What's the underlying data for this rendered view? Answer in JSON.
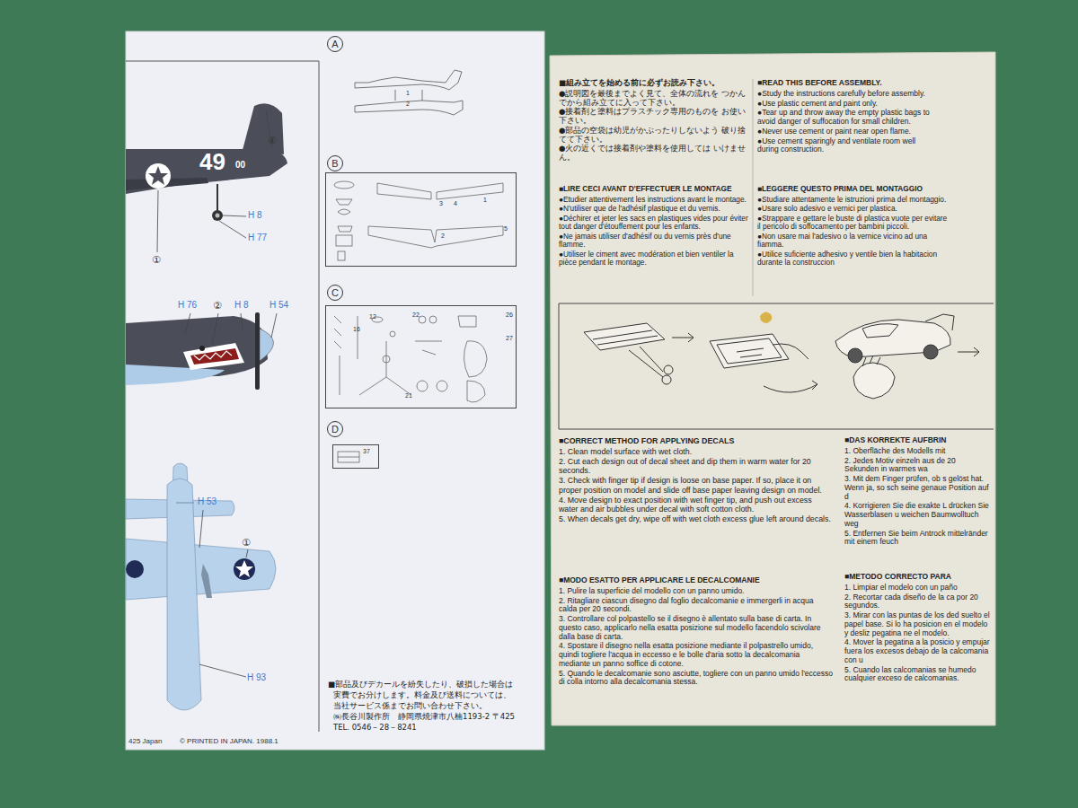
{
  "diagram": {
    "nodes": [
      {
        "text": [
          "A"
        ]
      },
      {
        "text": [
          "B"
        ]
      },
      {
        "text": [
          "1",
          "2",
          "3",
          "4",
          "5"
        ]
      },
      {
        "text": [
          "C"
        ]
      },
      {
        "text": [
          "12",
          "16",
          "21",
          "22",
          "26",
          "27"
        ]
      },
      {
        "text": [
          "D"
        ]
      },
      {
        "text": [
          "37"
        ]
      }
    ],
    "labels": [
      "④",
      "49",
      "00",
      "H 8",
      "H 77",
      "①",
      "H 76",
      "②",
      "H 8",
      "H 54",
      "H 53",
      "①",
      "H 93",
      "425 Japan",
      "© PRINTED IN JAPAN. 1988.1",
      "1",
      "2",
      "■部品及びデカールを紛失したり、破損した場合は",
      "実費でお分けします。料金及び送料については、",
      "当社サービス係までお問い合わせ下さい。",
      "㈱長谷川製作所　静岡県焼津市八楠1193-2 〒425",
      "TEL. 0546－28－8241",
      "■組み立てを始める前に必ずお読み下さい。",
      "●説明図を最後までよく見て、全体の流れを つかんでから組み立てに入って下さい。",
      "●接着剤と塗料はプラスチック専用のものを お使い下さい。",
      "●部品の空袋は幼児がかぶったりしないよう 破り捨てて下さい。",
      "●火の近くでは接着剤や塗料を使用しては いけません。",
      "■READ THIS BEFORE ASSEMBLY.",
      "●Study the instructions carefully before assembly.",
      "●Use plastic cement and paint only.",
      "●Tear up and throw away the empty plastic bags to avoid danger of suffocation for small children.",
      "●Never use cement or paint near open flame.",
      "●Use cement sparingly and ventilate room well during construction.",
      "■LIRE CECI AVANT D'EFFECTUER LE MONTAGE",
      "●Etudier attentivement les instructions avant le montage.",
      "●N'utiliser que de l'adhésif plastique et du vernis.",
      "●Déchirer et jeter les sacs en plastiques vides pour éviter tout danger d'étouffement pour les enfants.",
      "●Ne jamais utiliser d'adhésif ou du vernis près d'une flamme.",
      "●Utiliser le ciment avec modération et bien ventiler la pièce pendant le montage.",
      "■LEGGERE QUESTO PRIMA DEL MONTAGGIO",
      "●Studiare attentamente le istruzioni prima del montaggio.",
      "●Usare solo adesivo e vernici per plastica.",
      "●Strappare e gettare le buste di plastica vuote per evitare il pericolo di soffocamento per bambini piccoli.",
      "●Non usare mai l'adesivo o la vernice vicino ad una fiamma.",
      "●Utilice suficiente adhesivo y ventile bien la habitacion durante la construccion",
      "■CORRECT METHOD FOR APPLYING DECALS",
      "1. Clean model surface with wet cloth.",
      "2. Cut each design out of decal sheet and dip them in warm water for 20 seconds.",
      "3. Check with finger tip if design is loose on base paper. If so, place it on proper position on model and slide off base paper leaving design on model.",
      "4. Move design to exact position with wet finger tip, and push out excess water and air bubbles under decal with soft cotton cloth.",
      "5. When decals get dry, wipe off with wet cloth excess glue left around decals.",
      "■DAS KORREKTE AUFBRIN",
      "1. Oberfläche des Modells mit",
      "2. Jedes Motiv einzeln aus de 20 Sekunden in warmes wa",
      "3. Mit dem Finger prüfen, ob s gelöst hat. Wenn ja, so sch seine genaue Position auf d",
      "4. Korrigieren Sie die exakte L drücken Sie Wasserblasen u weichen Baumwolltuch weg",
      "5. Entfernen Sie beim Antrock mittelränder mit einem feuch",
      "■MODO ESATTO PER APPLICARE LE DECALCOMANIE",
      "1. Pulire la superficie del modello con un panno umido.",
      "2. Ritagliare ciascun disegno dal foglio decalcomanie e immergerli in acqua calda per 20 secondi.",
      "3. Controllare col polpastello se il disegno è allentato sulla base di carta. In questo caso, applicarlo nella esatta posizione sul modello facendolo scivolare dalla base di carta.",
      "4. Spostare il disegno nella esatta posizione mediante il polpastrello umido, quindi togliere l'acqua in eccesso e le bolle d'aria sotto la decalcomania mediante un panno soffice di cotone.",
      "5. Quando le decalcomanie sono asciutte, togliere con un panno umido l'eccesso di colla intorno alla decalcomania stessa.",
      "■METODO CORRECTO PARA",
      "1. Limpiar el modelo con un paño",
      "2. Recortar cada diseño de la ca por 20 segundos.",
      "3. Mirar con las puntas de los ded suelto el papel base. Si lo ha posicion en el modelo y desliz pegatina ne el modelo.",
      "4. Mover la pegatina a la posicio y empujar fuera los excesos debajo de la calcomania con u",
      "5. Cuando las calcomanias se humedo cualquier exceso de calcomanias."
    ]
  }
}
